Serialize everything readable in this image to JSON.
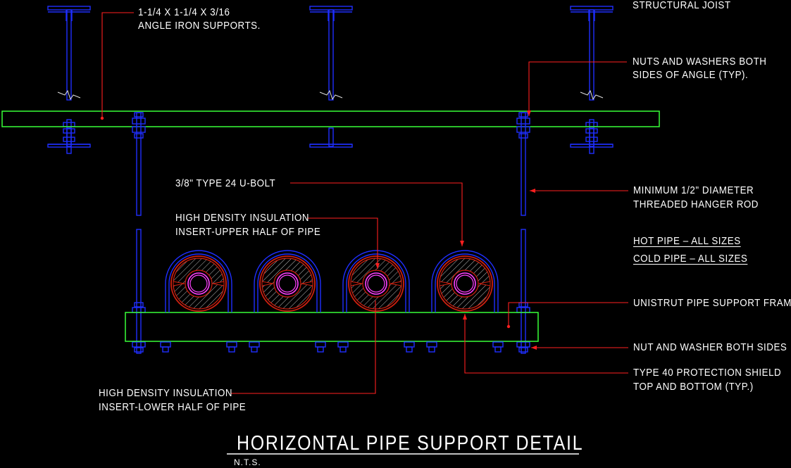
{
  "labels": {
    "angle_iron": [
      "1-1/4 X 1-1/4 X 3/16",
      "ANGLE IRON SUPPORTS."
    ],
    "structural_joist": "STRUCTURAL JOIST",
    "nuts_washers_angle": [
      "NUTS AND WASHERS BOTH",
      "SIDES OF ANGLE (TYP)."
    ],
    "u_bolt": "3/8\" TYPE 24 U-BOLT",
    "insulation_upper": [
      "HIGH DENSITY INSULATION",
      "INSERT-UPPER HALF OF PIPE"
    ],
    "hanger_rod": [
      "MINIMUM 1/2\" DIAMETER",
      "THREADED HANGER ROD"
    ],
    "hot_pipe": "HOT PIPE – ALL SIZES",
    "cold_pipe": "COLD PIPE – ALL SIZES",
    "unistrut": "UNISTRUT PIPE SUPPORT FRAME",
    "nut_washer_both": "NUT AND WASHER BOTH SIDES",
    "protection_shield": [
      "TYPE 40 PROTECTION SHIELD",
      "TOP AND BOTTOM (TYP.)"
    ],
    "insulation_lower": [
      "HIGH DENSITY INSULATION",
      "INSERT-LOWER HALF OF PIPE"
    ]
  },
  "title": "HORIZONTAL PIPE SUPPORT DETAIL",
  "scale_note": "N.T.S.",
  "colors": {
    "background": "#000000",
    "steel": "#1f2fff",
    "channel": "#39ff39",
    "leader": "#ff1f1f",
    "insulation": "#d02010",
    "hatch": "#b8b8b8",
    "pipe": "#ff40ff",
    "text": "#ffffff"
  },
  "pipe_count": 4
}
